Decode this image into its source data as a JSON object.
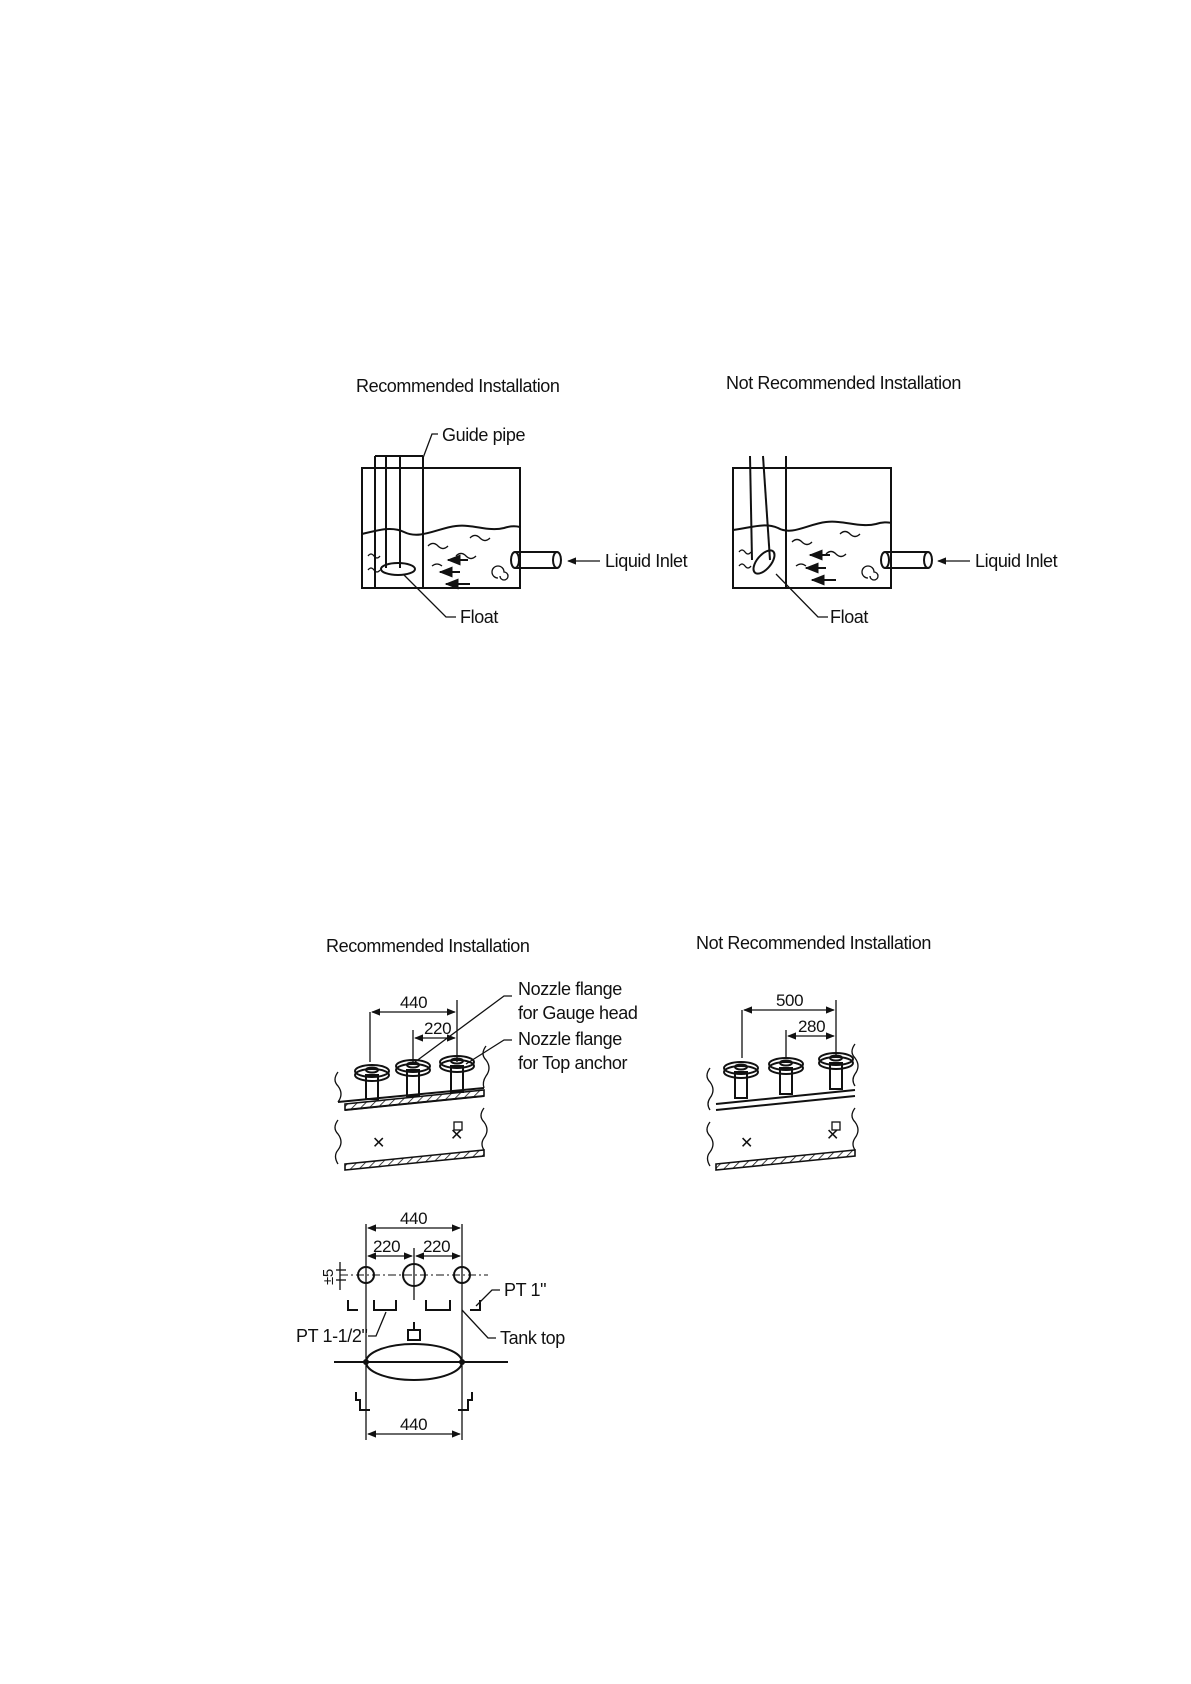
{
  "section1": {
    "recommended": {
      "heading": "Recommended Installation",
      "labels": {
        "guide_pipe": "Guide pipe",
        "liquid_inlet": "Liquid Inlet",
        "float": "Float"
      }
    },
    "not_recommended": {
      "heading": "Not Recommended Installation",
      "labels": {
        "liquid_inlet": "Liquid Inlet",
        "float": "Float"
      }
    }
  },
  "section2": {
    "recommended": {
      "heading": "Recommended Installation",
      "dimensions": {
        "overall": "440",
        "half": "220"
      },
      "labels": {
        "nozzle_gauge_line1": "Nozzle flange",
        "nozzle_gauge_line2": "for Gauge head",
        "nozzle_anchor_line1": "Nozzle flange",
        "nozzle_anchor_line2": "for Top anchor"
      }
    },
    "not_recommended": {
      "heading": "Not Recommended Installation",
      "dimensions": {
        "overall": "500",
        "half": "280"
      }
    }
  },
  "section3": {
    "dimensions": {
      "top": "440",
      "left_half": "220",
      "right_half": "220",
      "tolerance": "±5",
      "bottom": "440"
    },
    "labels": {
      "pt_small": "PT 1\"",
      "pt_large": "PT 1-1/2\"",
      "tank_top": "Tank top"
    }
  }
}
